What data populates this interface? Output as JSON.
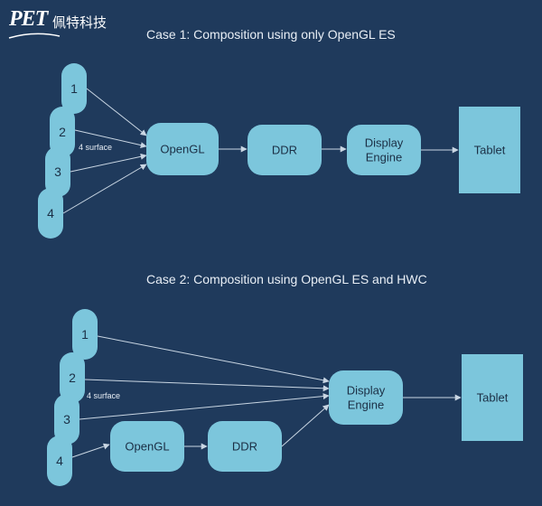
{
  "logo": {
    "mark": "PET",
    "name": "佩特科技"
  },
  "case1": {
    "title": "Case 1: Composition using only OpenGL ES",
    "surfaces": [
      "1",
      "2",
      "3",
      "4"
    ],
    "surface_note": "4 surface",
    "blocks": {
      "opengl": "OpenGL",
      "ddr": "DDR",
      "display_line1": "Display",
      "display_line2": "Engine",
      "tablet": "Tablet"
    }
  },
  "case2": {
    "title": "Case 2: Composition using OpenGL ES and HWC",
    "surfaces": [
      "1",
      "2",
      "3",
      "4"
    ],
    "surface_note": "4 surface",
    "blocks": {
      "opengl": "OpenGL",
      "ddr": "DDR",
      "display_line1": "Display",
      "display_line2": "Engine",
      "tablet": "Tablet"
    }
  },
  "colors": {
    "background": "#1f3a5c",
    "block_fill": "#7cc6dc",
    "block_text": "#1b2f45",
    "line": "#c9d6e3"
  }
}
